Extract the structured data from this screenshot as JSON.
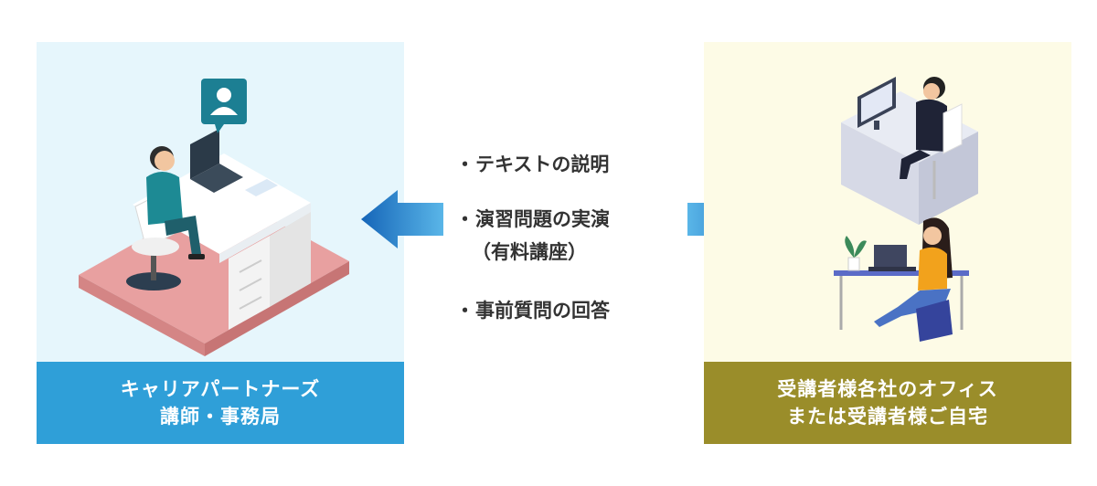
{
  "left_panel": {
    "caption_line1": "キャリアパートナーズ",
    "caption_line2": "講師・事務局",
    "bg_color": "#e6f6fc",
    "caption_color": "#2f9fd8"
  },
  "right_panel": {
    "caption_line1": "受講者様各社のオフィス",
    "caption_line2": "または受講者様ご自宅",
    "bg_color": "#fdfbe6",
    "caption_color": "#9a8d2a"
  },
  "center": {
    "bullet": "・",
    "items": [
      "テキストの説明",
      "演習問題の実演",
      "（有料講座）",
      "事前質問の回答"
    ]
  },
  "arrows": {
    "color": "#1f7cc6",
    "left_icon": "arrow-left-icon",
    "right_icon": "arrow-right-icon"
  }
}
